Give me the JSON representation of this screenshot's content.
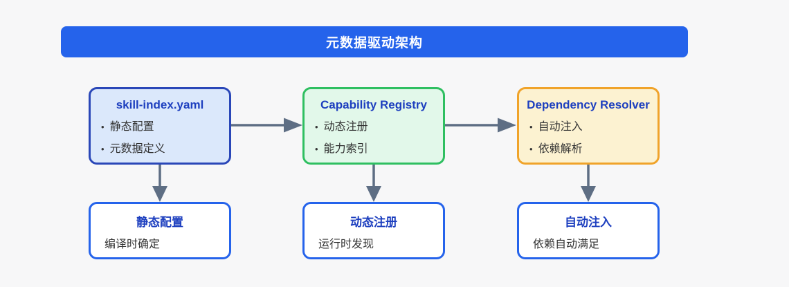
{
  "header": {
    "title": "元数据驱动架构",
    "bg_color": "#2563eb",
    "text_color": "#ffffff"
  },
  "bullet_char": "•",
  "columns": [
    {
      "top": {
        "title": "skill-index.yaml",
        "bullets": [
          "静态配置",
          "元数据定义"
        ],
        "border_color": "#2a47b8",
        "fill_color": "#dbe8fb"
      },
      "bottom": {
        "title": "静态配置",
        "subtitle": "编译时确定"
      }
    },
    {
      "top": {
        "title": "Capability Registry",
        "bullets": [
          "动态注册",
          "能力索引"
        ],
        "border_color": "#2fbf61",
        "fill_color": "#e2f8ea"
      },
      "bottom": {
        "title": "动态注册",
        "subtitle": "运行时发现"
      }
    },
    {
      "top": {
        "title": "Dependency Resolver",
        "bullets": [
          "自动注入",
          "依赖解析"
        ],
        "border_color": "#f0a32a",
        "fill_color": "#fcf2d1"
      },
      "bottom": {
        "title": "自动注入",
        "subtitle": "依赖自动满足"
      }
    }
  ],
  "colors": {
    "arrow": "#5e6e84",
    "node_title_text": "#1d3fbf",
    "body_text": "#333333",
    "bottom_node_border": "#2563eb",
    "page_background": "#f7f7f8"
  }
}
